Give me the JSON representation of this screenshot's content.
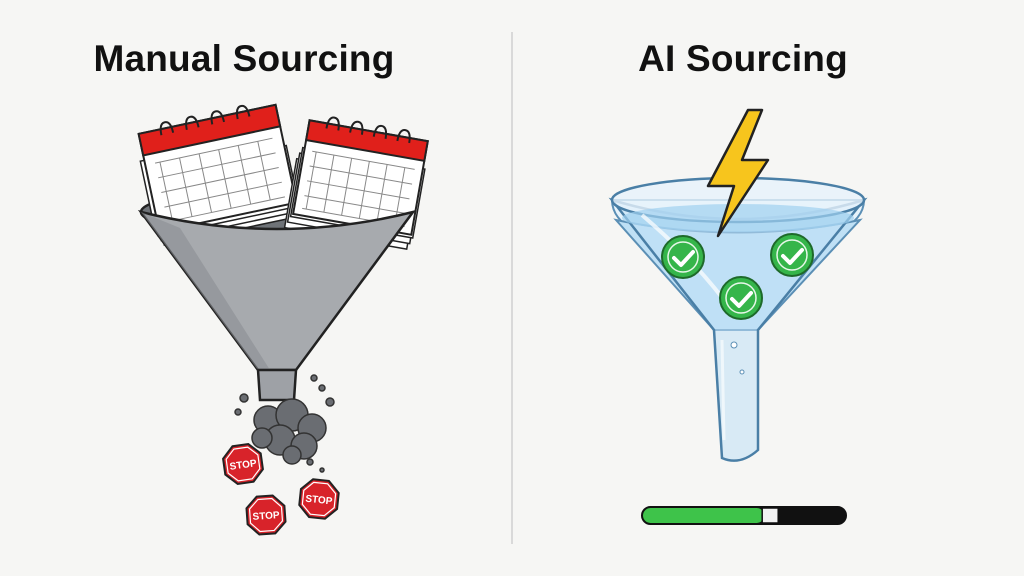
{
  "left_panel": {
    "title": "Manual Sourcing",
    "stop_signs": [
      "STOP",
      "STOP",
      "STOP"
    ]
  },
  "right_panel": {
    "title": "AI Sourcing",
    "progress": {
      "fill_fraction": 0.6,
      "color": "#3ec34a"
    }
  },
  "colors": {
    "funnel_gray": "#9ea1a6",
    "calendar_red": "#e0201b",
    "stop_red": "#d8232a",
    "water_blue": "#bfe0f5",
    "check_green": "#35b54a",
    "bolt_yellow": "#f7c51d"
  }
}
